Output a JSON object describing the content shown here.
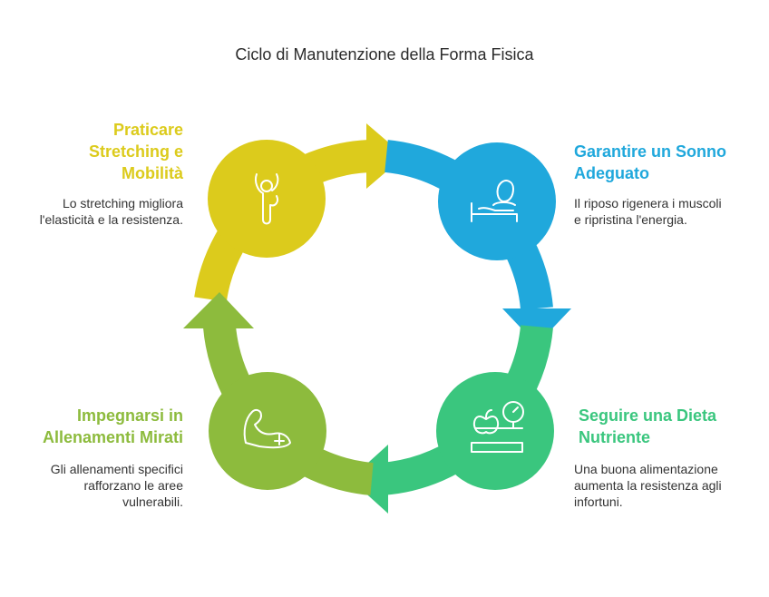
{
  "title": "Ciclo di Manutenzione della Forma Fisica",
  "colors": {
    "stretch": "#dccb1c",
    "sleep": "#20a8dc",
    "diet": "#3ac67e",
    "training": "#8dbb3d"
  },
  "steps": [
    {
      "heading": "Praticare\nStretching e\nMobilità",
      "description": "Lo stretching migliora\nl'elasticità e la resistenza.",
      "icon": "stretching-figure-icon"
    },
    {
      "heading": "Garantire un Sonno\nAdeguato",
      "description": "Il riposo rigenera i muscoli\ne ripristina l'energia.",
      "icon": "sleeping-person-icon"
    },
    {
      "heading": "Seguire una Dieta\nNutriente",
      "description": "Una buona alimentazione\naumenta la resistenza agli\ninfortuni.",
      "icon": "apple-scale-icon"
    },
    {
      "heading": "Impegnarsi in\nAllenamenti Mirati",
      "description": "Gli allenamenti specifici\nrafforzano le aree\nvulnerabili.",
      "icon": "flexed-arm-icon"
    }
  ]
}
